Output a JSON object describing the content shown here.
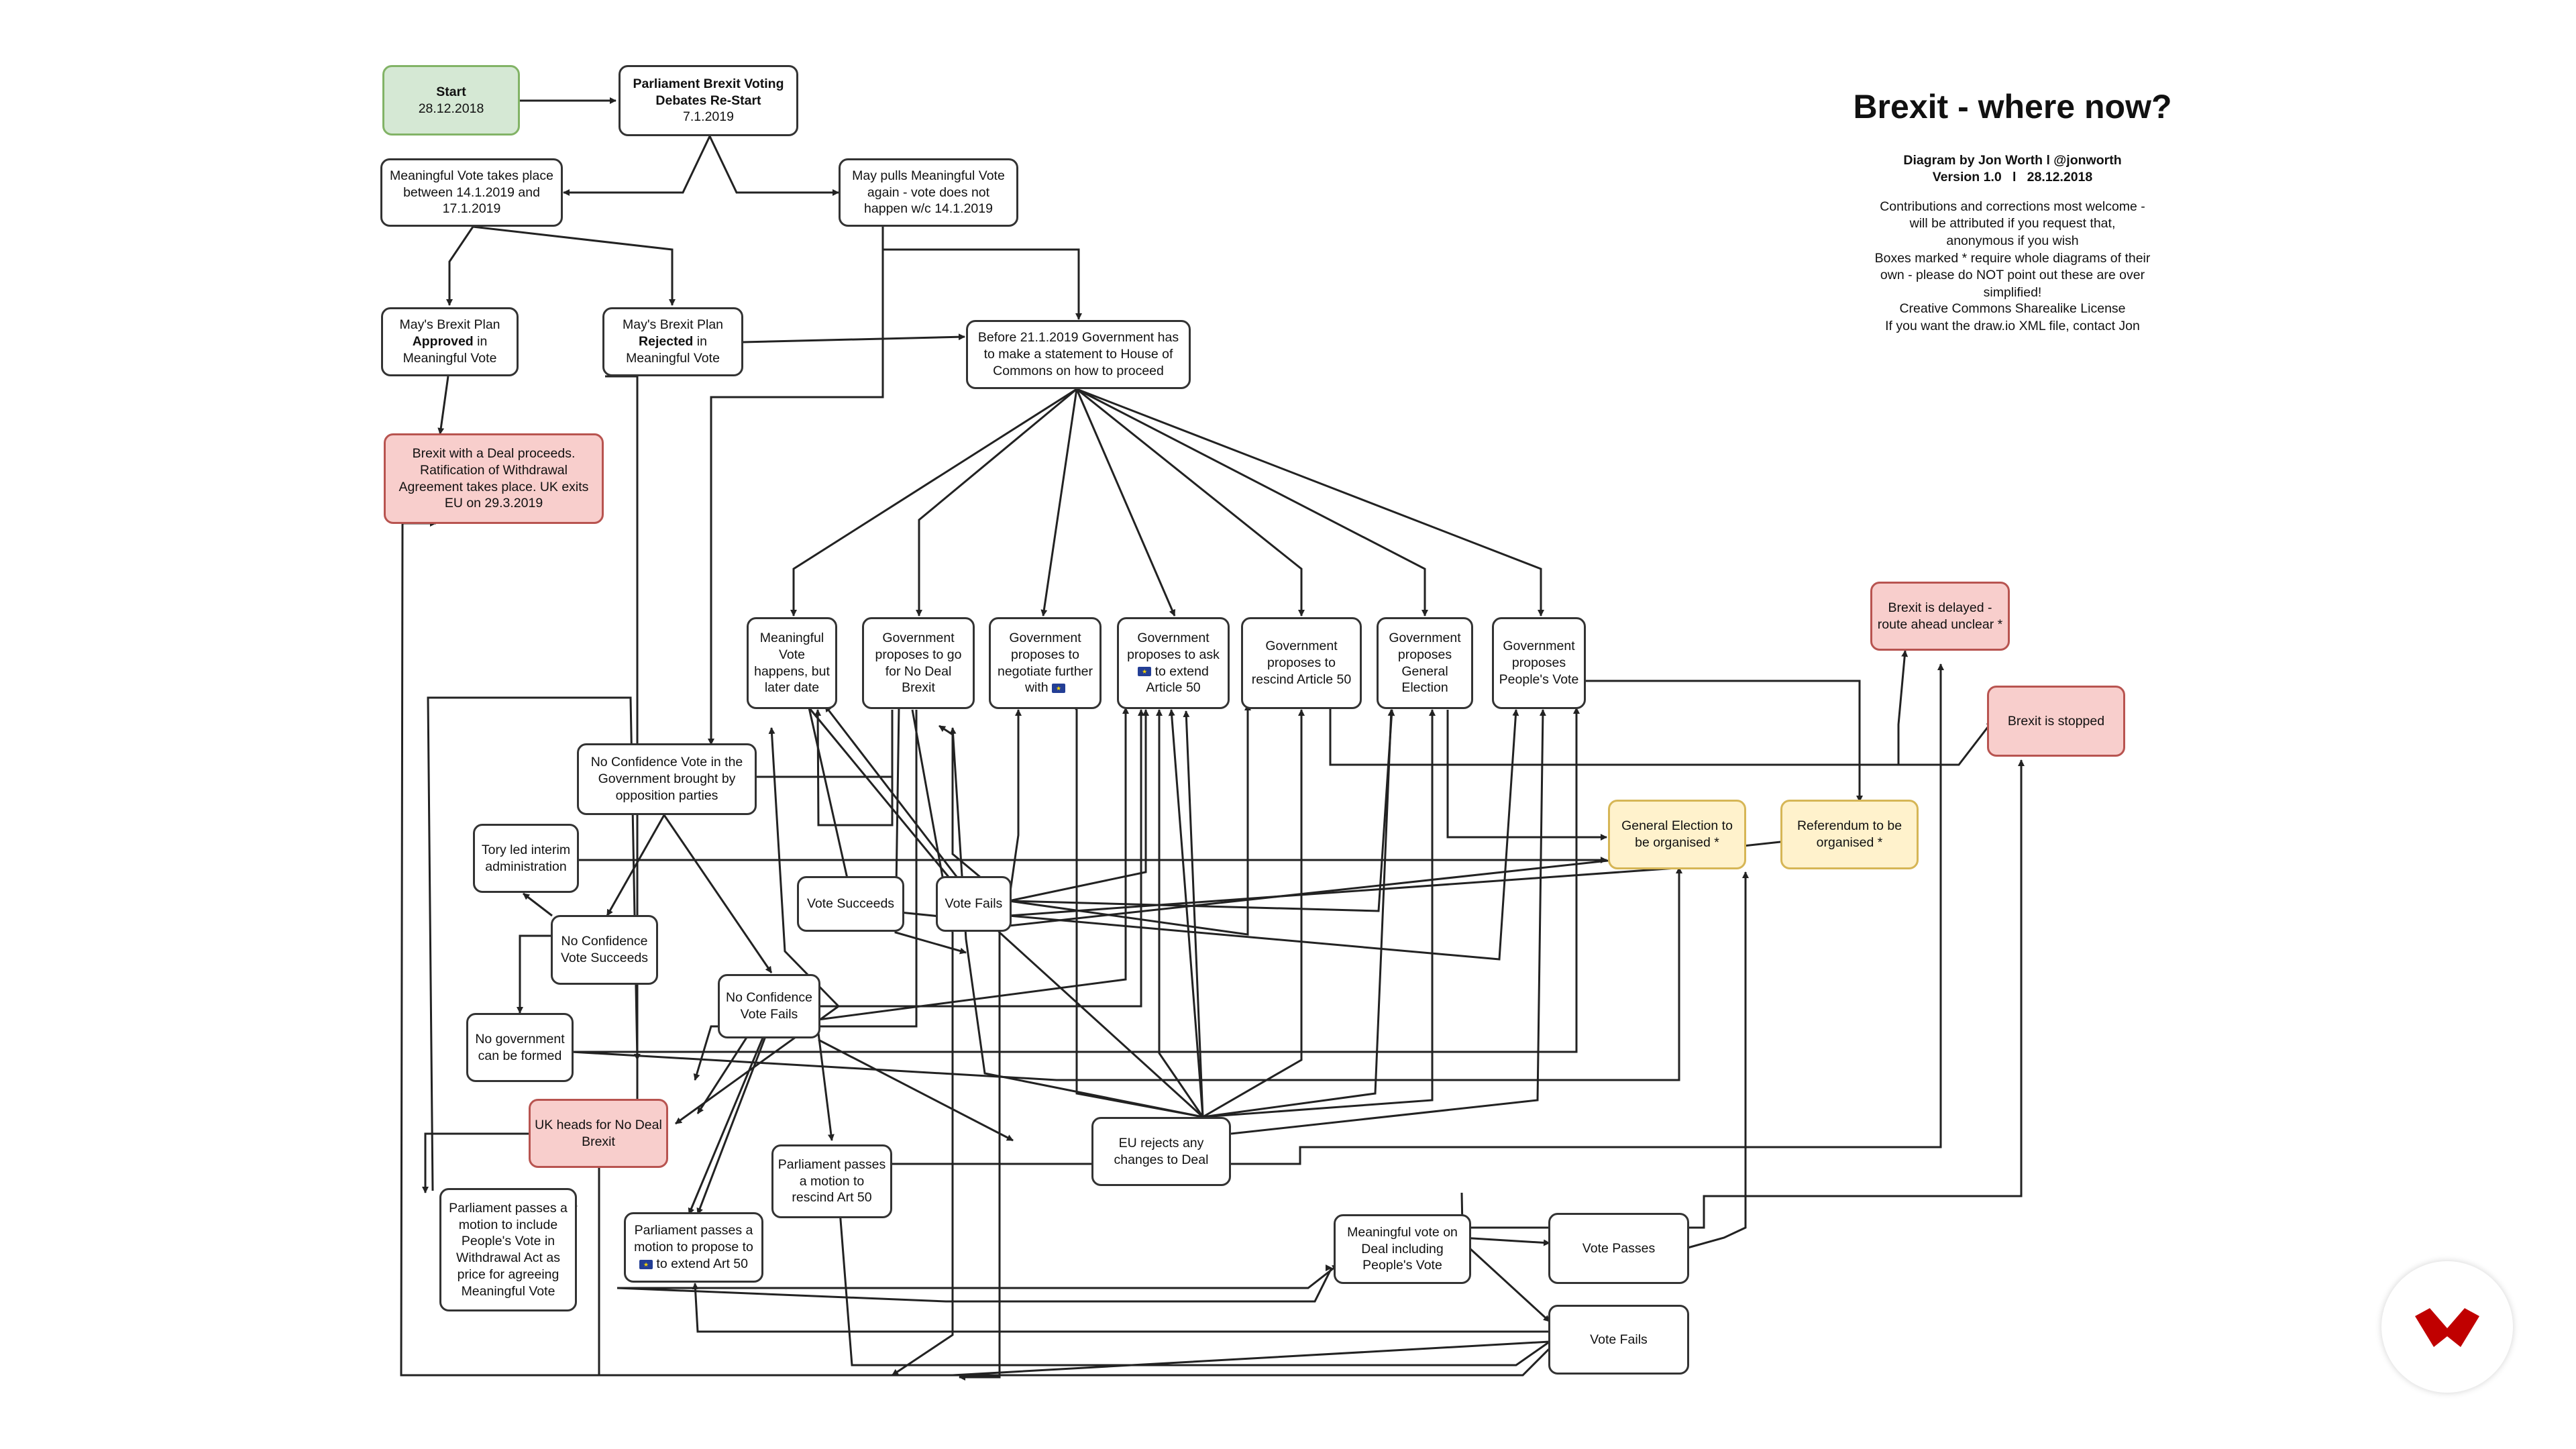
{
  "info": {
    "title": "Brexit - where now?",
    "byline": "Diagram by Jon Worth l @jonworth",
    "version": "Version 1.0   l   28.12.2018",
    "contrib": "Contributions and corrections most welcome - will be attributed if you request that, anonymous if you wish",
    "boxes_note": "Boxes marked * require whole diagrams of their own - please do NOT point out these are over simplified!",
    "license": "Creative Commons Sharealike License",
    "xml_note": "If you want the draw.io XML file, contact Jon"
  },
  "colors": {
    "start_fill": "#d5e8d4",
    "outcome_fill": "#f8cecc",
    "process_fill": "#fff2cc",
    "eu_flag": "#233e95"
  },
  "logo": {
    "icon": "red-chevron-logo-icon",
    "color": "#c00000"
  },
  "nodes": {
    "start_a": "Start",
    "start_b": "28.12.2018",
    "debates_a": "Parliament Brexit Voting Debates Re-Start",
    "debates_b": "7.1.2019",
    "mv": "Meaningful Vote takes place between 14.1.2019 and 17.1.2019",
    "pulls": "May pulls Meaningful Vote again - vote does not happen w/c 14.1.2019",
    "approved_a": "May's Brexit Plan",
    "approved_b": "Approved",
    "approved_c": "in Meaningful Vote",
    "rejected_a": "May's Brexit Plan",
    "rejected_b": "Rejected",
    "rejected_c": "in Meaningful Vote",
    "statement": "Before 21.1.2019 Government has to make a statement to House of Commons on how to proceed",
    "deal": "Brexit with a Deal proceeds. Ratification of Withdrawal Agreement takes place. UK exits EU on 29.3.2019",
    "mv_later": "Meaningful Vote happens, but later date",
    "no_deal": "Government proposes to go for No Deal Brexit",
    "negotiate": "Government proposes to negotiate further with",
    "extend_a": "Government proposes to ask",
    "extend_b": "to extend Article 50",
    "rescind": "Government proposes to rescind Article 50",
    "ge": "Government proposes General Election",
    "pv": "Government proposes People's Vote",
    "delayed": "Brexit is delayed - route ahead unclear *",
    "stopped": "Brexit is stopped",
    "ncv": "No Confidence Vote in the Government brought by opposition parties",
    "tory": "Tory led interim administration",
    "vote_succeeds": "Vote Succeeds",
    "vote_fails_mid": "Vote Fails",
    "ge_org": "General Election to be organised *",
    "ref_org": "Referendum to be organised *",
    "ncv_succeeds": "No Confidence Vote Succeeds",
    "ncv_fails": "No Confidence Vote Fails",
    "no_gov": "No government can be formed",
    "no_deal_out": "UK heads for No Deal Brexit",
    "eu_rejects": "EU rejects any changes to Deal",
    "rescind_motion": "Parliament passes a motion to rescind Art 50",
    "pv_motion": "Parliament passes a motion to include People's Vote in Withdrawal Act as price for agreeing Meaningful Vote",
    "extend_motion_a": "Parliament passes a motion to propose to",
    "extend_motion_b": "to extend Art 50",
    "mv_pv": "Meaningful vote on Deal including People's Vote",
    "vote_passes": "Vote Passes",
    "vote_fails_low": "Vote Fails"
  }
}
